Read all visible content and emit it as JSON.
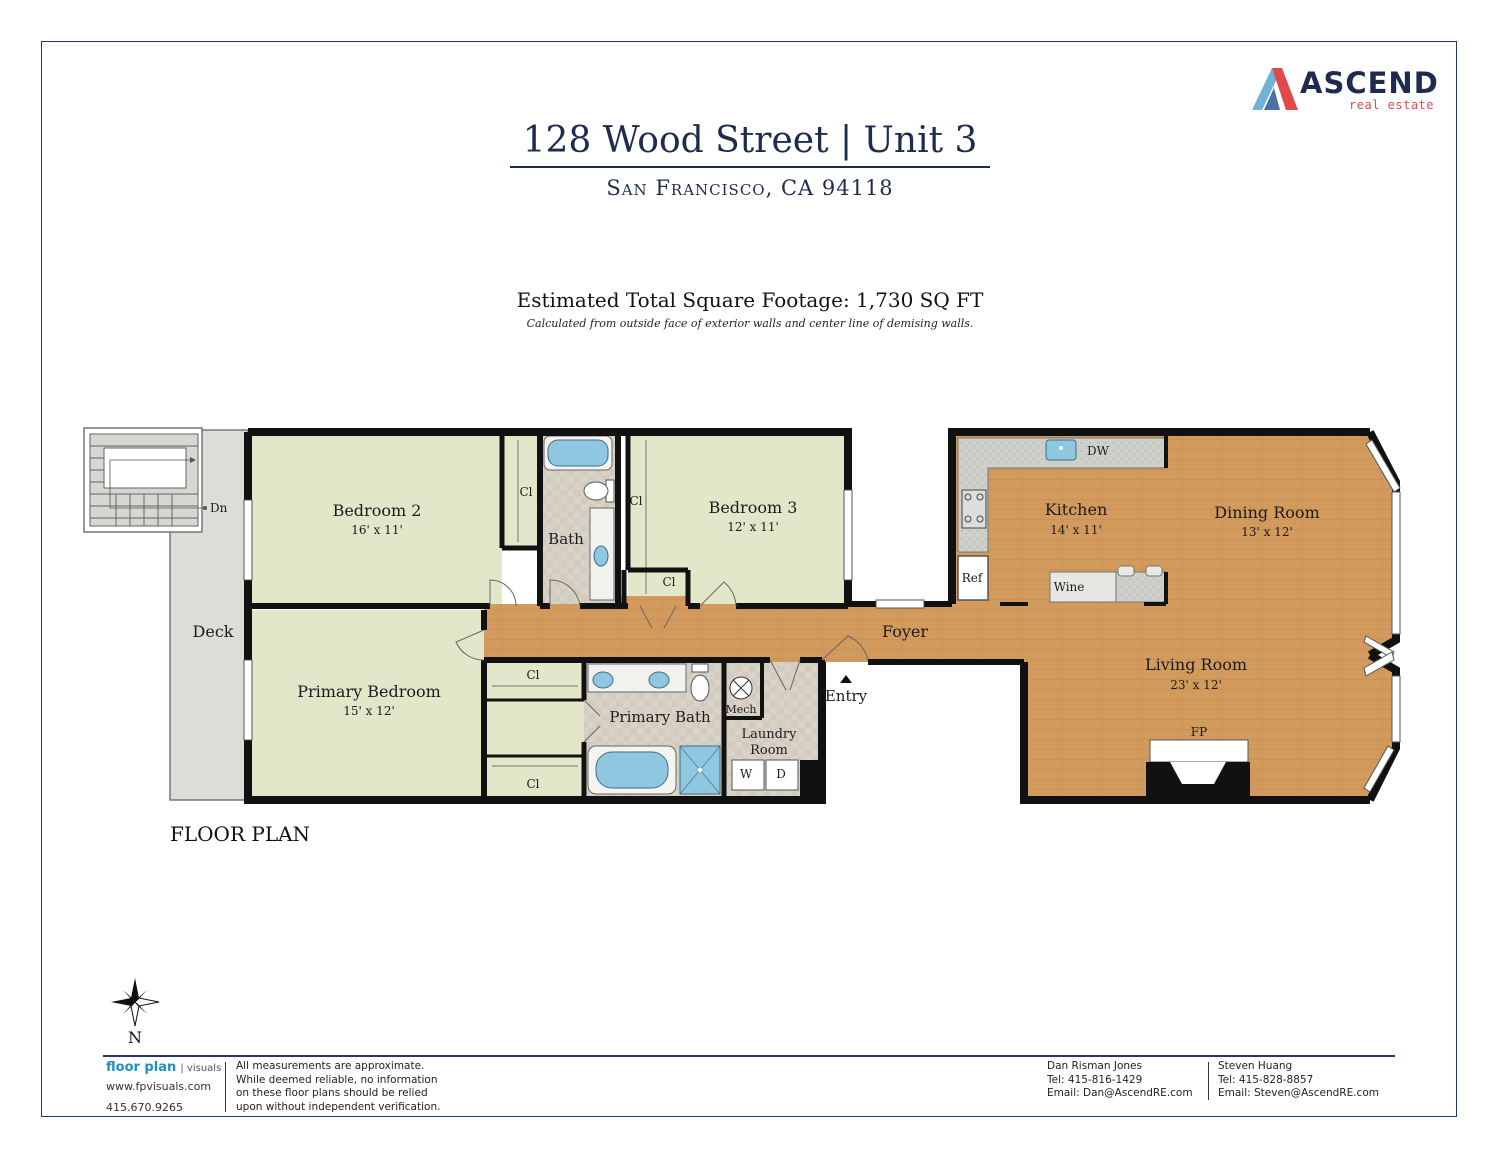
{
  "header": {
    "title": "128 Wood Street | Unit 3",
    "subtitle": "San Francisco, CA 94118"
  },
  "logo": {
    "word": "ASCEND",
    "sub": "real estate"
  },
  "summary": {
    "sqft": "Estimated Total Square Footage: 1,730 SQ FT",
    "note": "Calculated from outside face of exterior walls and center line of demising walls."
  },
  "plan": {
    "label": "FLOOR PLAN",
    "rooms": {
      "deck": "Deck",
      "dn": "Dn",
      "bedroom2": "Bedroom 2",
      "bedroom2_dim": "16' x 11'",
      "bath": "Bath",
      "bedroom3": "Bedroom 3",
      "bedroom3_dim": "12' x 11'",
      "cl": "Cl",
      "primary_bedroom": "Primary Bedroom",
      "primary_bedroom_dim": "15' x 12'",
      "primary_bath": "Primary Bath",
      "mech": "Mech",
      "laundry": "Laundry Room",
      "laundry_line1": "Laundry",
      "laundry_line2": "Room",
      "washer": "W",
      "dryer": "D",
      "entry": "Entry",
      "foyer": "Foyer",
      "kitchen": "Kitchen",
      "kitchen_dim": "14' x 11'",
      "dw": "DW",
      "ref": "Ref",
      "wine": "Wine",
      "dining": "Dining Room",
      "dining_dim": "13' x 12'",
      "living": "Living Room",
      "living_dim": "23' x 12'",
      "fp": "FP"
    },
    "compass": "N"
  },
  "footer": {
    "brand_bold": "floor plan",
    "brand_light": "| visuals",
    "url": "www.fpvisuals.com",
    "phone": "415.670.9265",
    "disclaimer": [
      "All measurements are approximate.",
      "While deemed reliable, no information",
      "on these floor plans should be relied",
      "upon without independent verification."
    ],
    "agents": [
      {
        "name": "Dan Risman Jones",
        "tel": "Tel: 415-816-1429",
        "email": "Email: Dan@AscendRE.com"
      },
      {
        "name": "Steven Huang",
        "tel": "Tel: 415-828-8857",
        "email": "Email: Steven@AscendRE.com"
      }
    ]
  },
  "colors": {
    "navy": "#1d2b4f",
    "wood": "#d29a5c",
    "carpet": "#e3e6c9",
    "tile": "#d8d2c6",
    "wall": "#111111",
    "accent_red": "#e04a4a",
    "accent_blue": "#4a9fd8"
  }
}
